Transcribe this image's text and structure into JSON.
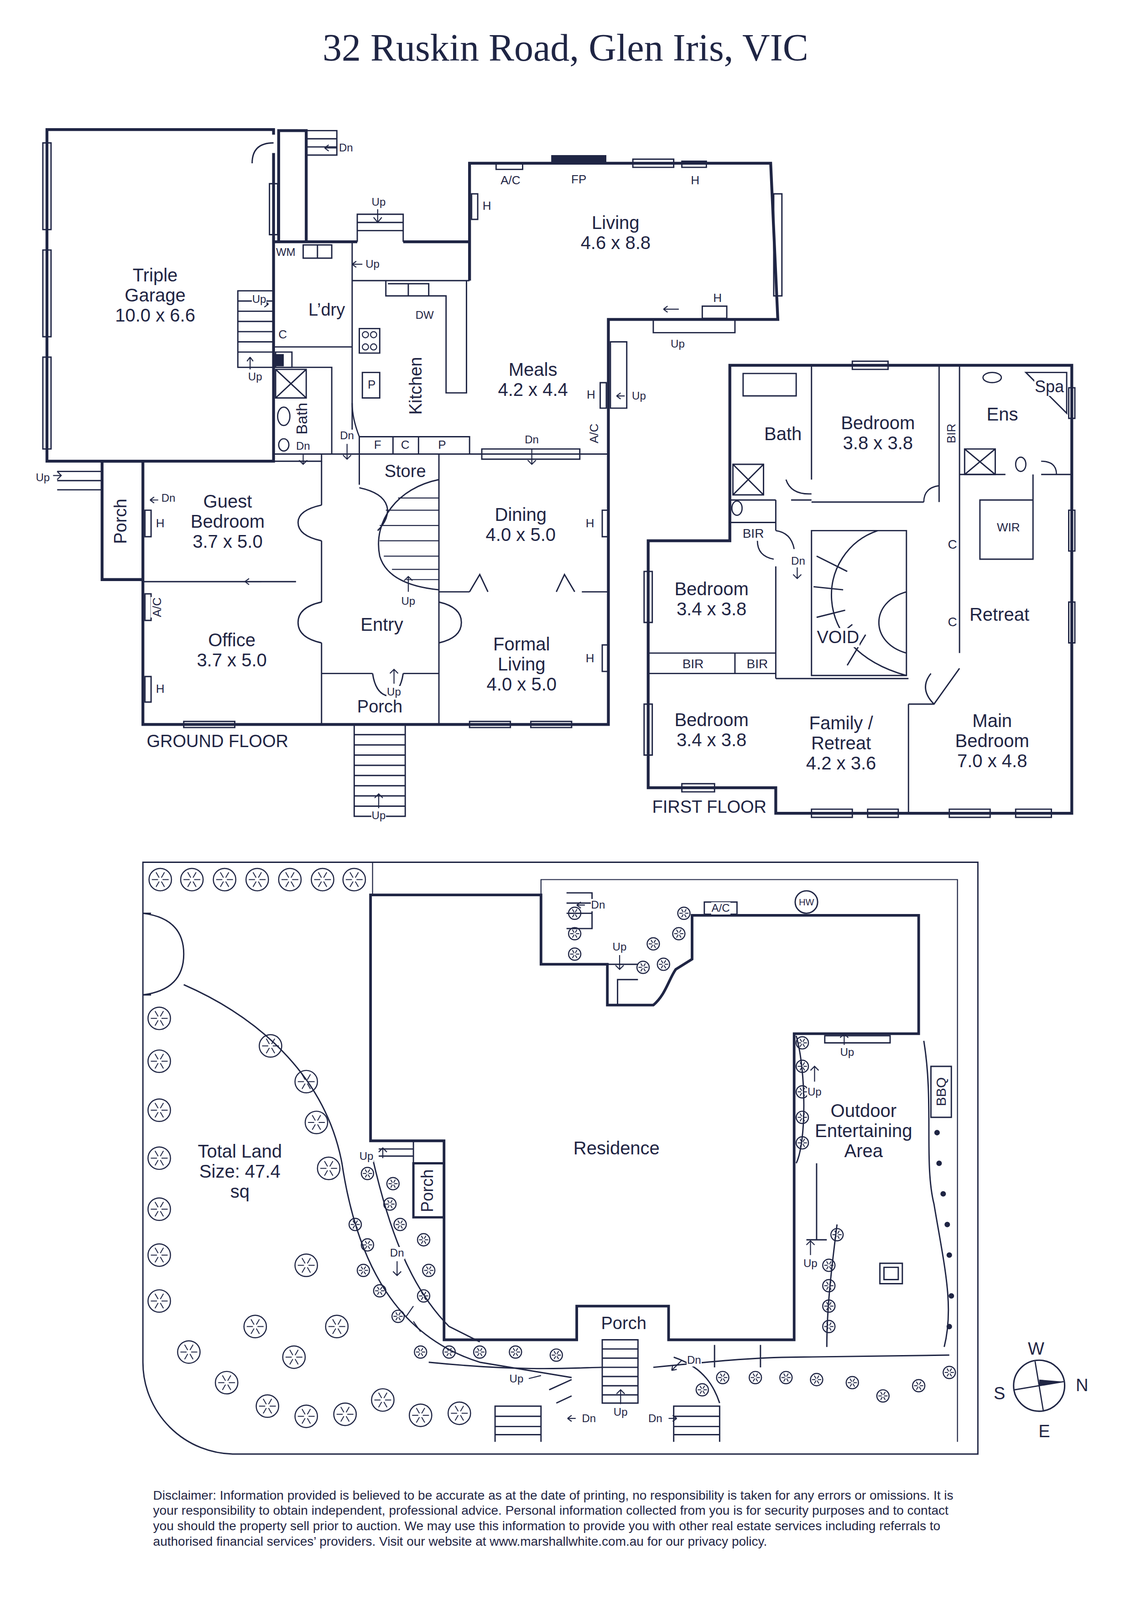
{
  "diagram": {
    "title": "32 Ruskin Road, Glen Iris, VIC",
    "caption": "Disclaimer: Information provided is believed to be accurate as at the date of printing, no responsibility is taken for any errors or omissions. It is your responsibility to obtain independent, professional advice. Personal information collected from you is for security purposes and to contact you should the property sell prior to auction. We may use this information to provide you with other real estate services including referrals to authorised financial services’ providers. Visit our website at www.marshallwhite.com.au for our privacy policy.",
    "nodes": [
      {
        "text": [
          "Triple Garage",
          "10.0 x 6.6"
        ]
      },
      {
        "text": [
          "L’dry"
        ]
      },
      {
        "text": [
          "Kitchen"
        ]
      },
      {
        "text": [
          "Bath"
        ]
      },
      {
        "text": [
          "Living",
          "4.6 x 8.8"
        ]
      },
      {
        "text": [
          "Meals",
          "4.2 x 4.4"
        ]
      },
      {
        "text": [
          "Store"
        ]
      },
      {
        "text": [
          "Guest Bedroom",
          "3.7 x 5.0"
        ]
      },
      {
        "text": [
          "Porch"
        ]
      },
      {
        "text": [
          "Dining",
          "4.0 x 5.0"
        ]
      },
      {
        "text": [
          "Entry"
        ]
      },
      {
        "text": [
          "Office",
          "3.7 x 5.0"
        ]
      },
      {
        "text": [
          "Formal Living",
          "4.0 x 5.0"
        ]
      },
      {
        "text": [
          "Porch"
        ]
      },
      {
        "text": [
          "Bath"
        ]
      },
      {
        "text": [
          "Bedroom",
          "3.8 x 3.8"
        ]
      },
      {
        "text": [
          "Ens"
        ]
      },
      {
        "text": [
          "Retreat"
        ]
      },
      {
        "text": [
          "Bedroom",
          "3.4 x 3.8"
        ]
      },
      {
        "text": [
          "Bedroom",
          "3.4 x 3.8"
        ]
      },
      {
        "text": [
          "Family / Retreat",
          "4.2 x 3.6"
        ]
      },
      {
        "text": [
          "Main Bedroom",
          "7.0 x 4.8"
        ]
      },
      {
        "text": [
          "Residence"
        ]
      },
      {
        "text": [
          "Porch"
        ]
      },
      {
        "text": [
          "Porch"
        ]
      }
    ],
    "labels": [
      "Dn",
      "A/C",
      "FP",
      "H",
      "H",
      "Up",
      "WM",
      "Up",
      "Up",
      "DW",
      "H",
      "Up",
      "C",
      "Up",
      "P",
      "H",
      "Up",
      "A/C",
      "Dn",
      "Dn",
      "F",
      "C",
      "P",
      "Dn",
      "Up",
      "Dn",
      "H",
      "H",
      "A/C",
      "Up",
      "H",
      "H",
      "Up",
      "GROUND FLOOR",
      "Up",
      "BIR",
      "WIR",
      "BIR",
      "Dn",
      "C",
      "VOID",
      "C",
      "BIR",
      "BIR",
      "FIRST FLOOR",
      "Spa",
      "Dn",
      "A/C",
      "HW",
      "Up",
      "Up",
      "Up",
      "BBQ",
      "Outdoor Entertaining Area",
      "Total Land Size: 47.4 sq",
      "Up",
      "Dn",
      "Up",
      "Dn",
      "Up",
      "Dn",
      "Up",
      "Dn",
      "W",
      "N",
      "S",
      "E"
    ]
  }
}
